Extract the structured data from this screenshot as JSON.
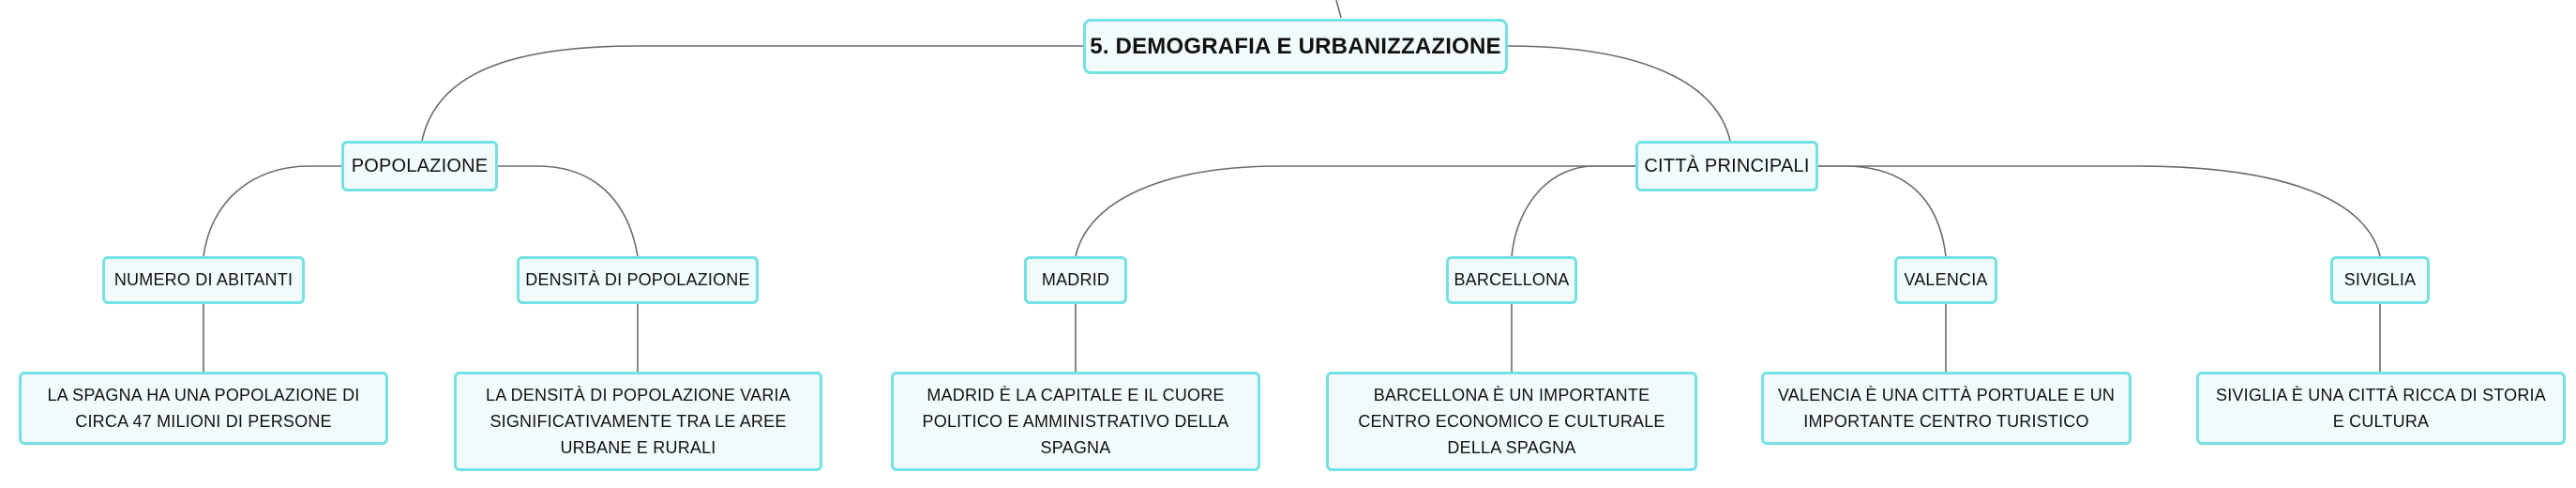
{
  "root": {
    "label": "5. DEMOGRAFIA E URBANIZZAZIONE"
  },
  "branches": {
    "popolazione": {
      "label": "POPOLAZIONE",
      "children": {
        "abitanti": {
          "label": "NUMERO DI ABITANTI",
          "detail": "LA SPAGNA HA UNA POPOLAZIONE DI CIRCA 47 MILIONI DI PERSONE"
        },
        "densita": {
          "label": "DENSITÀ DI POPOLAZIONE",
          "detail": "LA DENSITÀ DI POPOLAZIONE VARIA SIGNIFICATIVAMENTE TRA LE AREE URBANE E RURALI"
        }
      }
    },
    "citta": {
      "label": "CITTÀ PRINCIPALI",
      "children": {
        "madrid": {
          "label": "MADRID",
          "detail": "MADRID È LA CAPITALE E IL CUORE POLITICO E AMMINISTRATIVO DELLA SPAGNA"
        },
        "barcellona": {
          "label": "BARCELLONA",
          "detail": "BARCELLONA È UN IMPORTANTE CENTRO ECONOMICO E CULTURALE DELLA SPAGNA"
        },
        "valencia": {
          "label": "VALENCIA",
          "detail": "VALENCIA È UNA CITTÀ PORTUALE E UN IMPORTANTE CENTRO TURISTICO"
        },
        "siviglia": {
          "label": "SIVIGLIA",
          "detail": "SIVIGLIA È UNA CITTÀ RICCA DI STORIA E CULTURA"
        }
      }
    }
  },
  "colors": {
    "node_border": "#74e1e3",
    "node_fill": "#f1fbfb",
    "connector": "#6b6b6b"
  }
}
